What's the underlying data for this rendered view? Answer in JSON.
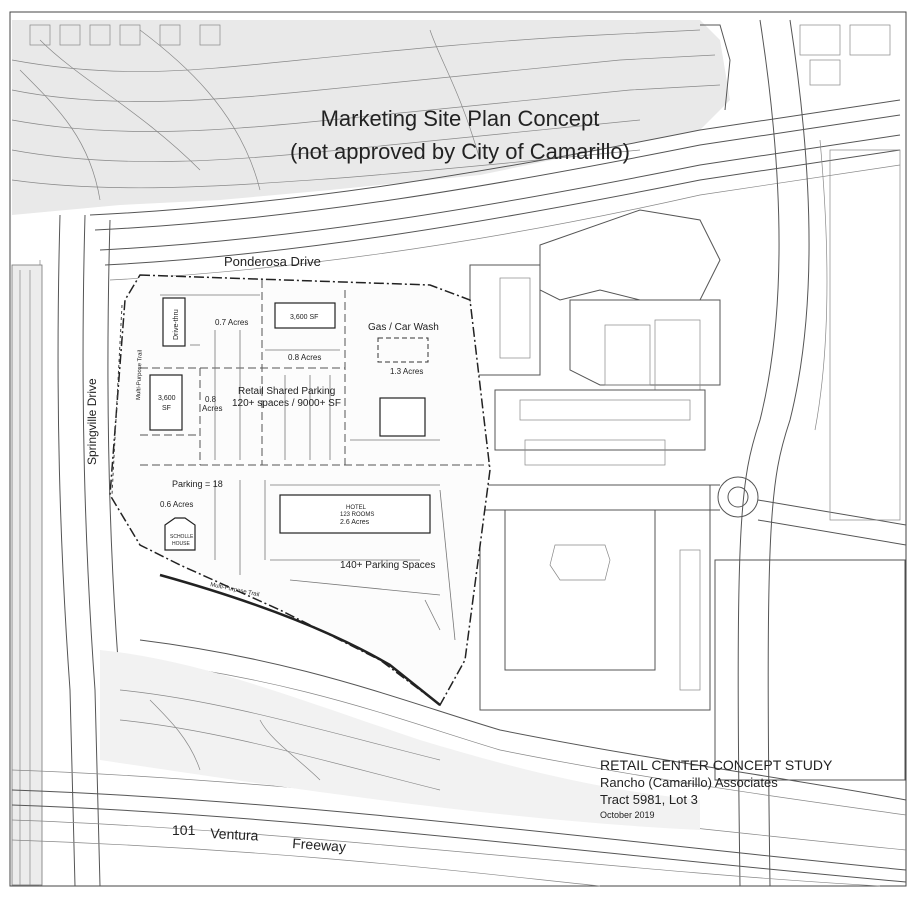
{
  "heading": {
    "line1": "Marketing Site Plan Concept",
    "line2": "(not approved by City of Camarillo)"
  },
  "roads": {
    "ponderosa": "Ponderosa Drive",
    "springville": "Springville Drive",
    "freeway_number": "101",
    "freeway_name_1": "Ventura",
    "freeway_name_2": "Freeway"
  },
  "parcels": {
    "drive_thru": "Drive-thru",
    "acres_07": "0.7 Acres",
    "sf_3600_top": "3,600 SF",
    "acres_08_mid": "0.8 Acres",
    "gas_car_wash": "Gas / Car Wash",
    "acres_13": "1.3 Acres",
    "sf_3600_left": "3,600",
    "sf_label": "SF",
    "acres_08_left_1": "0.8",
    "acres_08_left_2": "Acres",
    "retail_parking_1": "Retail Shared Parking",
    "retail_parking_2": "120+ spaces / 9000+ SF",
    "parking_18": "Parking = 18",
    "acres_06": "0.6 Acres",
    "schoolhouse_1": "SCHOLLE",
    "schoolhouse_2": "HOUSE",
    "hotel_1": "HOTEL",
    "hotel_2": "123 ROOMS",
    "hotel_acres": "2.6 Acres",
    "parking_140": "140+ Parking Spaces",
    "trail_1": "Multi-Purpose Trail",
    "trail_2": "Multi-Purpose Trail"
  },
  "title_block": {
    "line1": "RETAIL CENTER CONCEPT STUDY",
    "line2": "Rancho (Camarillo) Associates",
    "line3": "Tract 5981, Lot 3",
    "line4": "October 2019"
  }
}
